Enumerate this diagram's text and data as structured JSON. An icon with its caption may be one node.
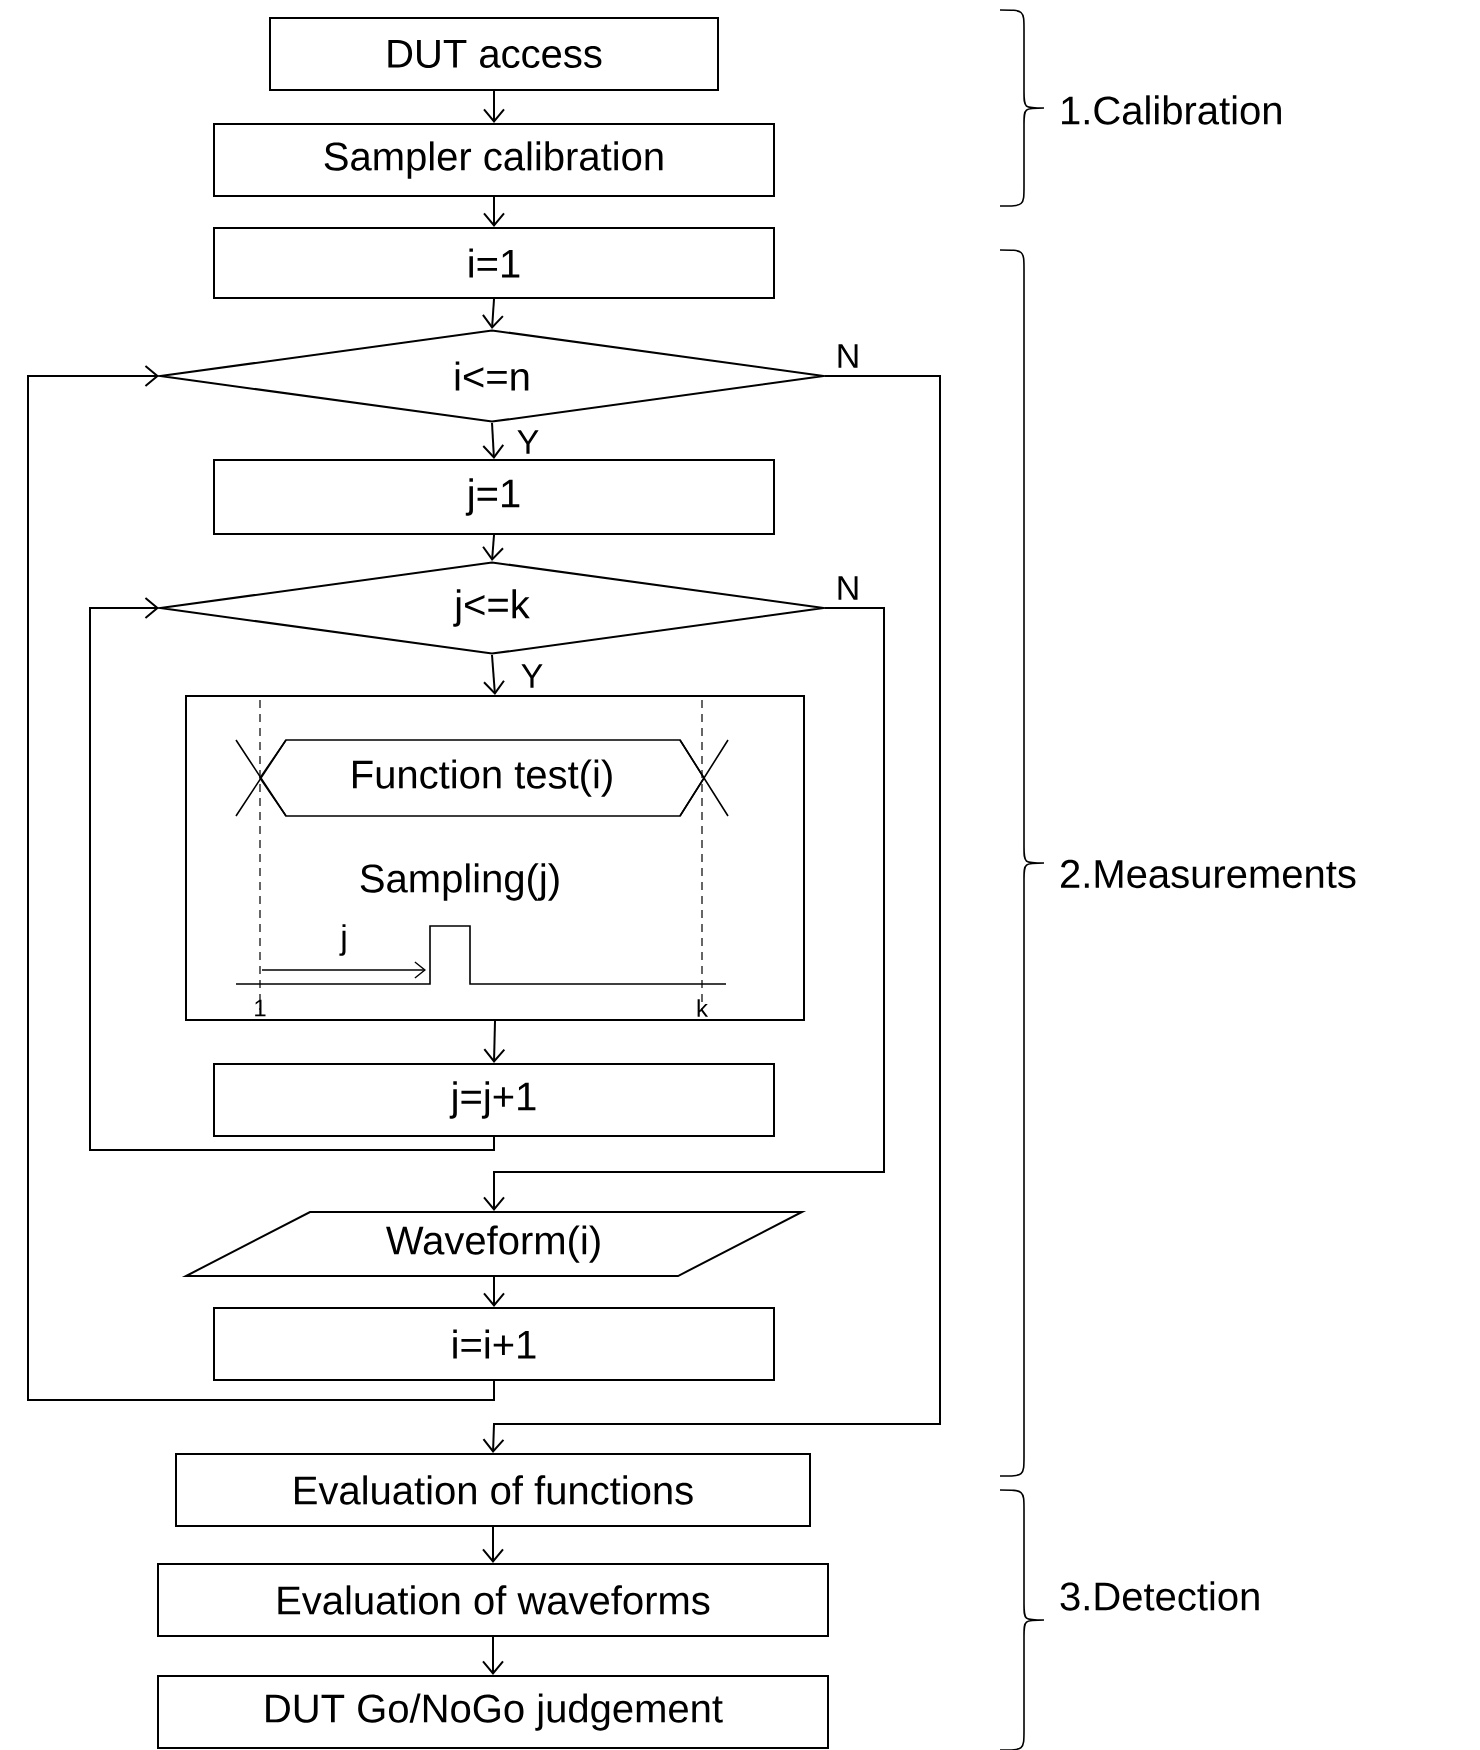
{
  "diagram": {
    "nodes": [
      {
        "text": [
          "DUT access"
        ]
      },
      {
        "text": [
          "Sampler calibration"
        ]
      },
      {
        "text": [
          "i=1"
        ]
      },
      {
        "text": [
          "i<=n"
        ]
      },
      {
        "text": [
          "j=1"
        ]
      },
      {
        "text": [
          "j<=k"
        ]
      },
      {
        "text": [
          "Sampling(j)"
        ]
      },
      {
        "text": [
          "Function test(i)"
        ],
        "in": 6
      },
      {
        "text": [
          "j=j+1"
        ]
      },
      {
        "text": [
          "Waveform(i)"
        ]
      },
      {
        "text": [
          "i=i+1"
        ]
      },
      {
        "text": [
          "Evaluation of functions"
        ]
      },
      {
        "text": [
          "Evaluation of waveforms"
        ]
      },
      {
        "text": [
          "DUT Go/NoGo judgement"
        ]
      }
    ],
    "edges": [
      {
        "from": 0,
        "to": 1,
        "arrow": "to"
      },
      {
        "from": 1,
        "to": 2,
        "arrow": "to"
      },
      {
        "from": 2,
        "to": 3,
        "arrow": "to"
      },
      {
        "from": 3,
        "to": 4,
        "arrow": "to",
        "label": "Y"
      },
      {
        "from": 4,
        "to": 5,
        "arrow": "to"
      },
      {
        "from": 5,
        "to": 6,
        "arrow": "to",
        "label": "Y"
      },
      {
        "from": 6,
        "to": 8,
        "arrow": "to"
      },
      {
        "from": 8,
        "to": 5,
        "arrow": "to"
      },
      {
        "from": 5,
        "to": 9,
        "arrow": "to",
        "label": "N"
      },
      {
        "from": 9,
        "to": 10,
        "arrow": "to"
      },
      {
        "from": 10,
        "to": 3,
        "arrow": "to"
      },
      {
        "from": 3,
        "to": 11,
        "arrow": "to",
        "label": "N"
      },
      {
        "from": 11,
        "to": 12,
        "arrow": "to"
      },
      {
        "from": 12,
        "to": 13,
        "arrow": "to"
      }
    ],
    "labels": [
      "1.Calibration",
      "2.Measurements",
      "j",
      "1",
      "k",
      "3.Detection"
    ]
  }
}
